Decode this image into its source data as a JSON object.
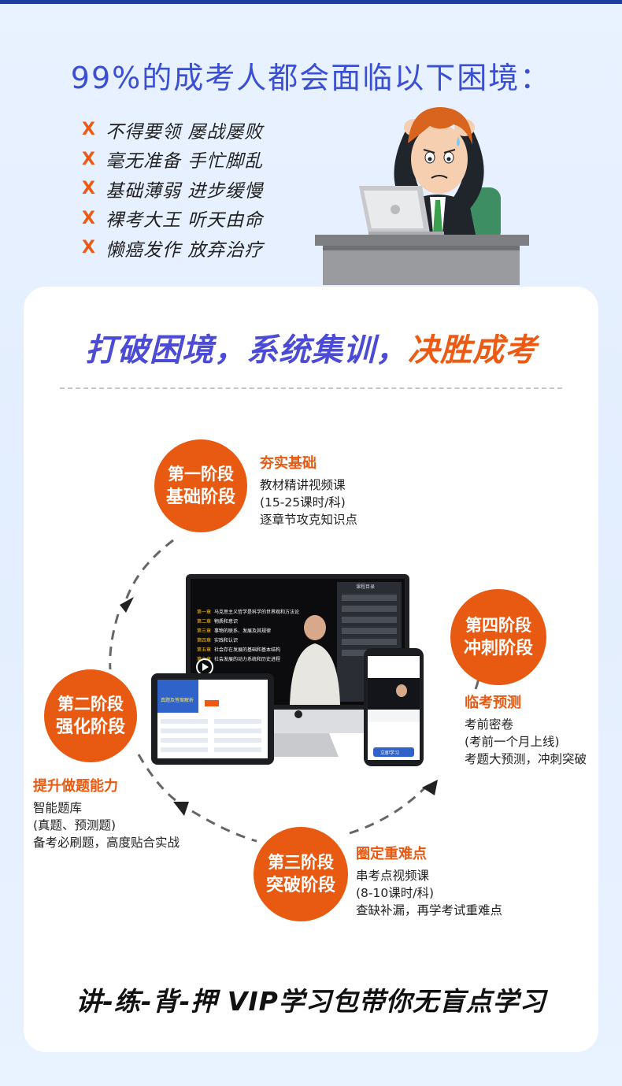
{
  "headline": "99%的成考人都会面临以下困境：",
  "problems": [
    "不得要领 屡战屡败",
    "毫无准备 手忙脚乱",
    "基础薄弱 进步缓慢",
    "裸考大王 听天由命",
    "懒癌发作 放弃治疗"
  ],
  "problem_mark": "X",
  "slogan": {
    "part1": "打破困境，系统集训，",
    "part2": "决胜成考"
  },
  "stages": [
    {
      "line1": "第一阶段",
      "line2": "基础阶段",
      "title": "夯实基础",
      "lines": [
        "教材精讲视频课",
        "(15-25课时/科)",
        "逐章节攻克知识点"
      ]
    },
    {
      "line1": "第二阶段",
      "line2": "强化阶段",
      "title": "提升做题能力",
      "lines": [
        "智能题库",
        "(真题、预测题)",
        "备考必刷题，高度贴合实战"
      ]
    },
    {
      "line1": "第三阶段",
      "line2": "突破阶段",
      "title": "圈定重难点",
      "lines": [
        "串考点视频课",
        "(8-10课时/科)",
        "查缺补漏，再学考试重难点"
      ]
    },
    {
      "line1": "第四阶段",
      "line2": "冲刺阶段",
      "title": "临考预测",
      "lines": [
        "考前密卷",
        "(考前一个月上线)",
        "考题大预测，冲刺突破"
      ]
    }
  ],
  "screen": {
    "chapters": [
      {
        "num": "第一章",
        "text": "马克思主义哲学是科学的世界观和方法论"
      },
      {
        "num": "第二章",
        "text": "物质和意识"
      },
      {
        "num": "第三章",
        "text": "事物的联系、发展及其规律"
      },
      {
        "num": "第四章",
        "text": "实践和认识"
      },
      {
        "num": "第五章",
        "text": "社会存在发展的基础和基本结构"
      },
      {
        "num": "第六章",
        "text": "社会发展的动力系统和历史进程"
      }
    ],
    "panel_title": "课程目录",
    "tablet_banner": "真题及答案解析",
    "phone_button": "立即学习"
  },
  "footer": "讲-练-背-押  VIP学习包带你无盲点学习",
  "colors": {
    "accent_orange": "#e85a12",
    "accent_blue": "#3a4fd4",
    "top_bar": "#1e3fa0"
  }
}
